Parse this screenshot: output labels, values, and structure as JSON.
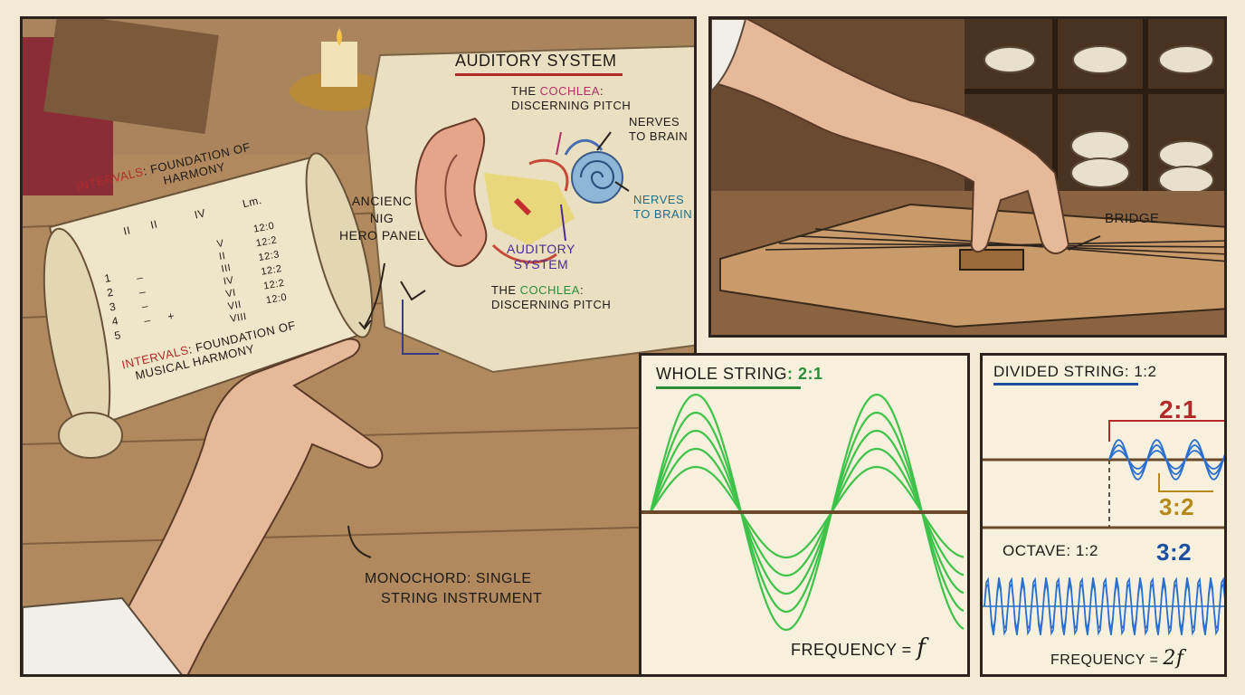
{
  "left_panel": {
    "auditory_title": "AUDITORY SYSTEM",
    "cochlea_top_prefix": "THE ",
    "cochlea_top_word": "COCHLEA",
    "cochlea_top_suffix": ":",
    "cochlea_top_line2": "DISCERNING PITCH",
    "nerves_top_1": "NERVES",
    "nerves_top_2": "TO BRAIN",
    "nerves_mid_1": "NERVES",
    "nerves_mid_2": "TO BRAIN",
    "auditory_label_1": "AUDITORY",
    "auditory_label_2": "SYSTEM",
    "cochlea_bottom_prefix": "THE ",
    "cochlea_bottom_word": "COCHLEA",
    "cochlea_bottom_suffix": ":",
    "cochlea_bottom_line2": "DISCERNING PITCH",
    "hero_1": "ANCIENC",
    "hero_2": "NIG",
    "hero_3": "HERO PANEL",
    "intervals_top_word": "INTERVALS",
    "intervals_top_rest": ": FOUNDATION OF",
    "intervals_top_line2": "HARMONY",
    "intervals_bottom_word": "INTERVALS",
    "intervals_bottom_rest": ": FOUNDATION OF",
    "intervals_bottom_line2": "MUSICAL HARMONY",
    "scroll_header": [
      "II",
      "II",
      "IV",
      "Lm."
    ],
    "scroll_col_numbers": [
      "1",
      "2",
      "3",
      "4",
      "5"
    ],
    "scroll_col_romans": [
      "V",
      "II",
      "III",
      "IV",
      "VI",
      "VII",
      "VIII"
    ],
    "scroll_col_ratios": [
      "12:0",
      "12:2",
      "12:3",
      "12:2",
      "12:2",
      "12:0"
    ],
    "scroll_marks": [
      "–",
      "–",
      "–",
      "–",
      "+"
    ],
    "monochord_1": "MONOCHORD: SINGLE",
    "monochord_2": "STRING INSTRUMENT"
  },
  "right_panel": {
    "bridge_label": "BRIDGE"
  },
  "whole_panel": {
    "title_text": "WHOLE STRING",
    "title_ratio": ": 2:1",
    "frequency_text": "FREQUENCY = ",
    "frequency_symbol": "f"
  },
  "divided_panel": {
    "title_text": "DIVIDED STRING",
    "title_ratio": ": 1:2",
    "ratio_red": "2:1",
    "ratio_gold": "3:2",
    "octave_text": "OCTAVE",
    "octave_ratio": ": 1:2",
    "ratio_blue": "3:2",
    "frequency_text": "FREQUENCY = ",
    "frequency_symbol": "2f"
  },
  "colors": {
    "ink": "#1f1a16",
    "red": "#b32a2a",
    "magenta": "#b0306a",
    "green": "#2e8b3a",
    "blue": "#1f4fa0",
    "teal": "#1f6f8a",
    "gold": "#b58a1a",
    "purple": "#4b2a9a",
    "wave_green": "#3fc24a",
    "wave_blue": "#2a6fd0"
  }
}
